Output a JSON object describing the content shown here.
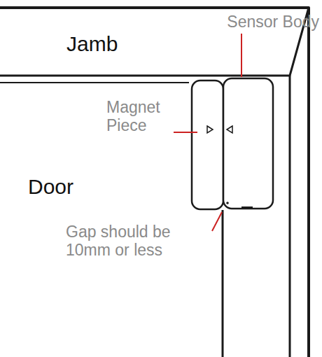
{
  "diagram": {
    "labels": [
      "Jamb",
      "Sensor Body",
      "Magnet Piece",
      "Door",
      "Gap should be 10mm or less"
    ]
  }
}
